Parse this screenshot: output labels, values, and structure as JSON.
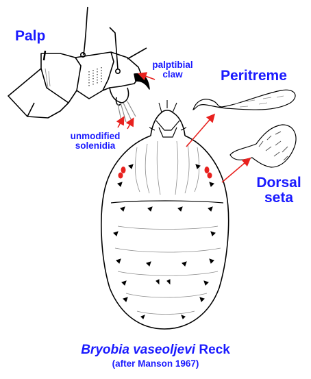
{
  "labels": {
    "palp": "Palp",
    "palptibial_claw": [
      "palptibial",
      "claw"
    ],
    "unmodified_solenidia": [
      "unmodified",
      "solenidia"
    ],
    "peritreme": "Peritreme",
    "dorsal_seta": [
      "Dorsal",
      "seta"
    ]
  },
  "caption": {
    "species": "Bryobia vaseoljevi",
    "author": "Reck",
    "source": "(after Manson 1967)"
  },
  "colors": {
    "label_blue": "#1a1aff",
    "arrow_red": "#e8211e",
    "eye_red": "#e8211e",
    "line": "#000000",
    "faint_line": "#8c8c8c"
  }
}
